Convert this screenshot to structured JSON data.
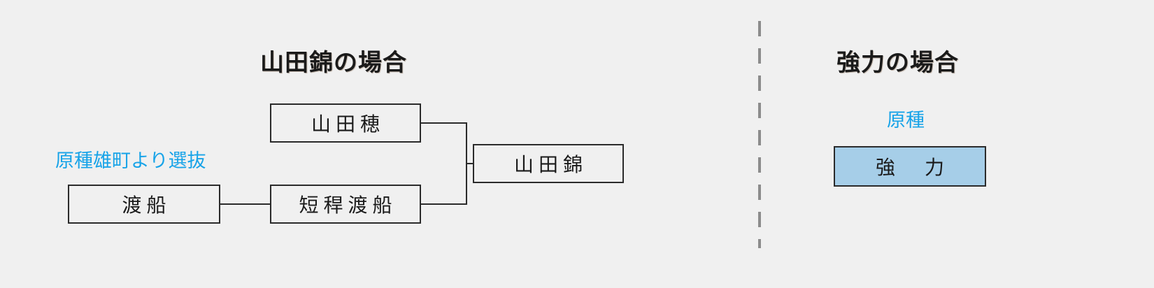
{
  "page": {
    "background_color": "#f0f0f0",
    "accent_blue": "#17a3e8",
    "highlight_fill": "#a6cee8",
    "line_color": "#2b2b2b",
    "divider_color": "#8c8c8c"
  },
  "left_panel": {
    "title": "山田錦の場合",
    "note": "原種雄町より選抜",
    "nodes": [
      {
        "id": "tosen",
        "label": "渡船",
        "highlight": false
      },
      {
        "id": "yamadaho",
        "label": "山田穂",
        "highlight": false
      },
      {
        "id": "tankan-tosen",
        "label": "短稈渡船",
        "highlight": false
      },
      {
        "id": "yamadanishiki",
        "label": "山田錦",
        "highlight": false
      }
    ]
  },
  "right_panel": {
    "title": "強力の場合",
    "note": "原種",
    "nodes": [
      {
        "id": "gouriki",
        "label": "強　力",
        "highlight": true
      }
    ]
  },
  "divider": {
    "style": "dashed-vertical"
  }
}
